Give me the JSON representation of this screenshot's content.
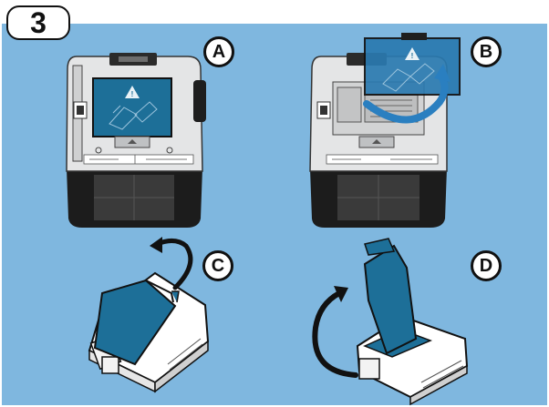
{
  "step": {
    "number": "3"
  },
  "panels": [
    {
      "label": "A",
      "description_icon": "printer-top-view-cover-closed"
    },
    {
      "label": "B",
      "description_icon": "printer-top-view-cover-opening"
    },
    {
      "label": "C",
      "description_icon": "printer-side-view-lift-cover"
    },
    {
      "label": "D",
      "description_icon": "printer-side-view-cover-open"
    }
  ],
  "colors": {
    "background": "#7fb7df",
    "cover": "#1d6f98",
    "printer_dark": "#222222",
    "printer_light": "#d9dadb",
    "arrow": "#2a7fc0"
  }
}
